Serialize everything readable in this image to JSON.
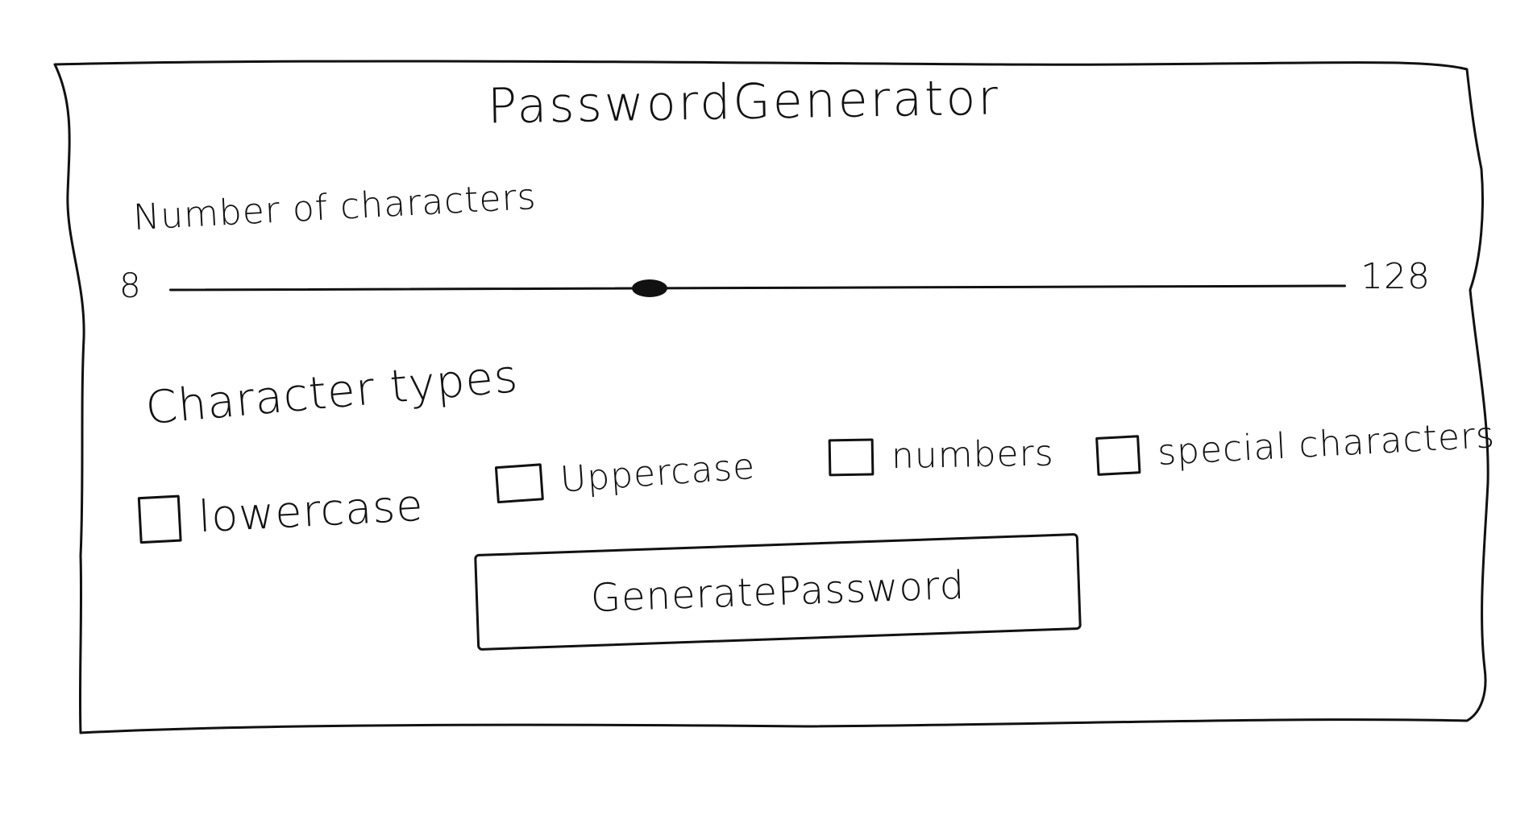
{
  "title": "PasswordGenerator",
  "length_section": {
    "label": "Number of characters",
    "min_label": "8",
    "max_label": "128",
    "min": 8,
    "max": 128,
    "value": 57
  },
  "types_section": {
    "label": "Character types",
    "options": [
      {
        "label": "lowercase",
        "checked": false
      },
      {
        "label": "Uppercase",
        "checked": false
      },
      {
        "label": "numbers",
        "checked": false
      },
      {
        "label": "special characters",
        "checked": false
      }
    ]
  },
  "generate_button": {
    "label": "GeneratePassword"
  },
  "colors": {
    "ink": "#111111",
    "background": "#ffffff"
  }
}
